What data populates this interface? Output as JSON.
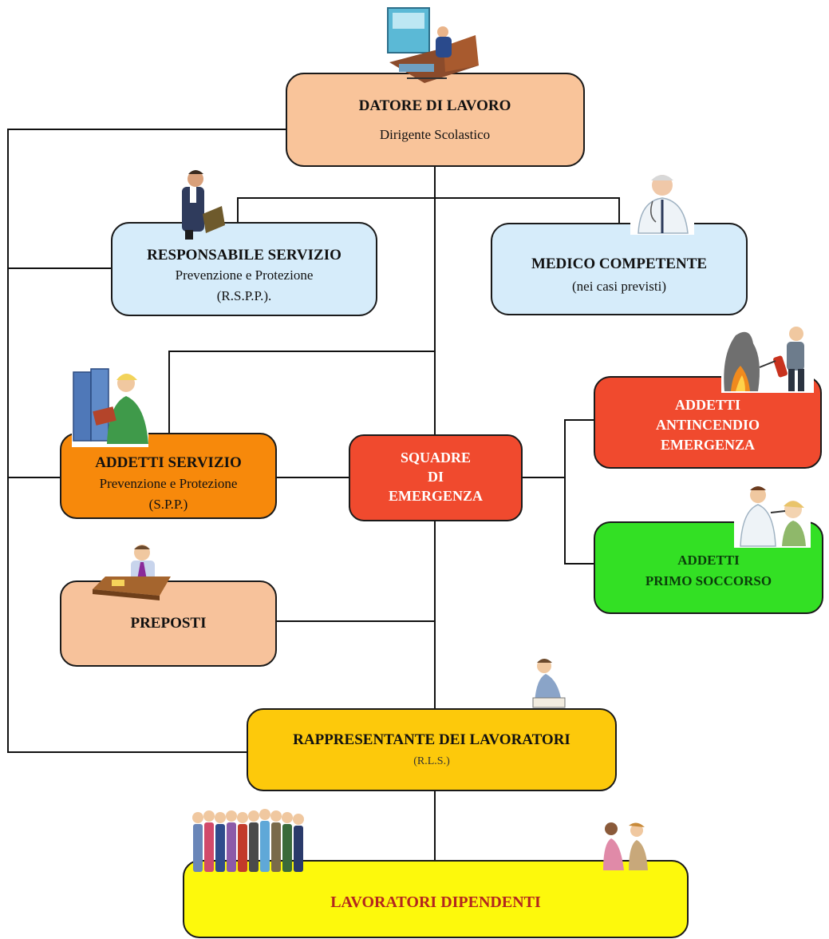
{
  "nodes": {
    "datore": {
      "title": "DATORE DI LAVORO",
      "subtitle": "Dirigente Scolastico",
      "fill": "#f9c49a"
    },
    "rspp": {
      "title": "RESPONSABILE SERVIZIO",
      "line2": "Prevenzione e Protezione",
      "line3": "(R.S.P.P.).",
      "fill": "#d6ecfa"
    },
    "medico": {
      "title": "MEDICO COMPETENTE",
      "subtitle": "(nei casi previsti)",
      "fill": "#d6ecfa"
    },
    "spp": {
      "title": "ADDETTI  SERVIZIO",
      "line2": "Prevenzione e Protezione",
      "line3": "(S.P.P.)",
      "fill": "#f7890b"
    },
    "squadre": {
      "line1": "SQUADRE",
      "line2": "DI",
      "line3": "EMERGENZA",
      "fill": "#f04a2e"
    },
    "antincendio": {
      "line1": "ADDETTI",
      "line2": "ANTINCENDIO",
      "line3": "EMERGENZA",
      "fill": "#f04a2e"
    },
    "soccorso": {
      "line1": "ADDETTI",
      "line2": "PRIMO SOCCORSO",
      "fill": "#33e024"
    },
    "preposti": {
      "title": "PREPOSTI",
      "fill": "#f7c29b"
    },
    "rls": {
      "title": "RAPPRESENTANTE  DEI LAVORATORI",
      "subtitle": "(R.L.S.)",
      "fill": "#fdc90b"
    },
    "lavoratori": {
      "title": "LAVORATORI DIPENDENTI",
      "fill": "#fdf90c"
    }
  },
  "icons": [
    "office-desk-icon",
    "businessman-icon",
    "doctor-icon",
    "worker-file-icon",
    "fire-extinguisher-icon",
    "first-aid-icon",
    "supervisor-desk-icon",
    "worker-representative-icon",
    "crowd-icon",
    "couple-icon"
  ]
}
